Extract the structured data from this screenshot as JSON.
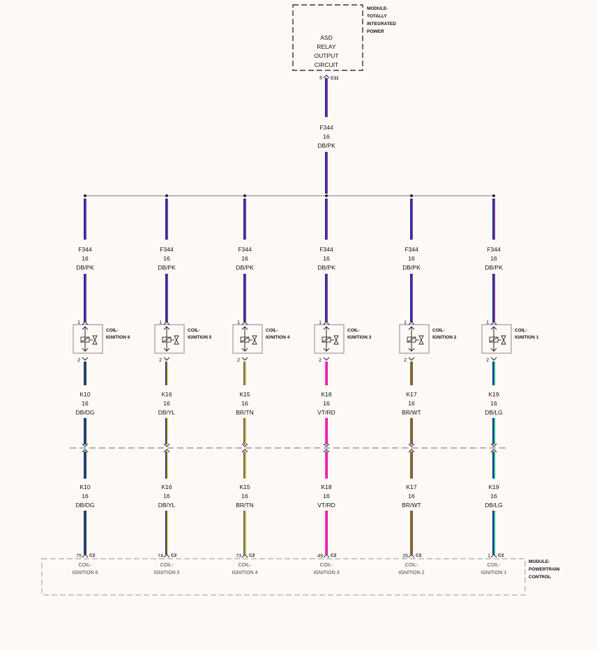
{
  "colors": {
    "DB/PK": [
      "#1f2a9c",
      "#7a3a9a"
    ],
    "DB/DG": [
      "#1f3a9c",
      "#2a4a3a"
    ],
    "DB/YL": [
      "#1f2a9c",
      "#d8c830"
    ],
    "BR/TN": [
      "#7a6a20",
      "#c8b878"
    ],
    "VT/RD": [
      "#ff30d0",
      "#e020a0"
    ],
    "BR/WT": [
      "#8a6a30",
      "#7a6040"
    ],
    "DB/LG": [
      "#1f2a9c",
      "#20c080"
    ]
  },
  "top_module": {
    "name_lines": [
      "MODULE-",
      "TOTALLY",
      "INTEGRATED",
      "POWER"
    ],
    "circuit_lines": [
      "ASD",
      "RELAY",
      "OUTPUT",
      "CIRCUIT"
    ],
    "pin": "6",
    "connector": "C11"
  },
  "feed_wire": {
    "circuit": "F344",
    "gauge": "16",
    "color": "DB/PK"
  },
  "branches": [
    {
      "coil_lines": [
        "COIL-",
        "IGNITION 6"
      ],
      "pin_top": "1",
      "pin_bottom": "2",
      "feed": {
        "circuit": "F344",
        "gauge": "16",
        "color": "DB/PK"
      },
      "out": {
        "circuit": "K10",
        "gauge": "16",
        "color": "DB/DG"
      },
      "pcm_pin": "75",
      "pcm_connector": "C2",
      "pcm_label": [
        "COIL-",
        "IGNITION 6"
      ]
    },
    {
      "coil_lines": [
        "COIL-",
        "IGNITION 5"
      ],
      "pin_top": "1",
      "pin_bottom": "2",
      "feed": {
        "circuit": "F344",
        "gauge": "16",
        "color": "DB/PK"
      },
      "out": {
        "circuit": "K16",
        "gauge": "16",
        "color": "DB/YL"
      },
      "pcm_pin": "74",
      "pcm_connector": "C2",
      "pcm_label": [
        "COIL-",
        "IGNITION 5"
      ]
    },
    {
      "coil_lines": [
        "COIL-",
        "IGNITION 4"
      ],
      "pin_top": "1",
      "pin_bottom": "2",
      "feed": {
        "circuit": "F344",
        "gauge": "16",
        "color": "DB/PK"
      },
      "out": {
        "circuit": "K15",
        "gauge": "16",
        "color": "BR/TN"
      },
      "pcm_pin": "73",
      "pcm_connector": "C2",
      "pcm_label": [
        "COIL-",
        "IGNITION 4"
      ]
    },
    {
      "coil_lines": [
        "COIL-",
        "IGNITION 3"
      ],
      "pin_top": "1",
      "pin_bottom": "2",
      "feed": {
        "circuit": "F344",
        "gauge": "16",
        "color": "DB/PK"
      },
      "out": {
        "circuit": "K18",
        "gauge": "16",
        "color": "VT/RD"
      },
      "pcm_pin": "49",
      "pcm_connector": "C2",
      "pcm_label": [
        "COIL-",
        "IGNITION 3"
      ]
    },
    {
      "coil_lines": [
        "COIL-",
        "IGNITION 2"
      ],
      "pin_top": "1",
      "pin_bottom": "2",
      "feed": {
        "circuit": "F344",
        "gauge": "16",
        "color": "DB/PK"
      },
      "out": {
        "circuit": "K17",
        "gauge": "16",
        "color": "BR/WT"
      },
      "pcm_pin": "25",
      "pcm_connector": "C2",
      "pcm_label": [
        "COIL-",
        "IGNITION 2"
      ]
    },
    {
      "coil_lines": [
        "COIL-",
        "IGNITION 1"
      ],
      "pin_top": "1",
      "pin_bottom": "2",
      "feed": {
        "circuit": "F344",
        "gauge": "16",
        "color": "DB/PK"
      },
      "out": {
        "circuit": "K19",
        "gauge": "16",
        "color": "DB/LG"
      },
      "pcm_pin": "1",
      "pcm_connector": "C2",
      "pcm_label": [
        "COIL-",
        "IGNITION 1"
      ]
    }
  ],
  "bottom_module": {
    "name_lines": [
      "MODULE-",
      "POWERTRAIN",
      "CONTROL"
    ]
  }
}
